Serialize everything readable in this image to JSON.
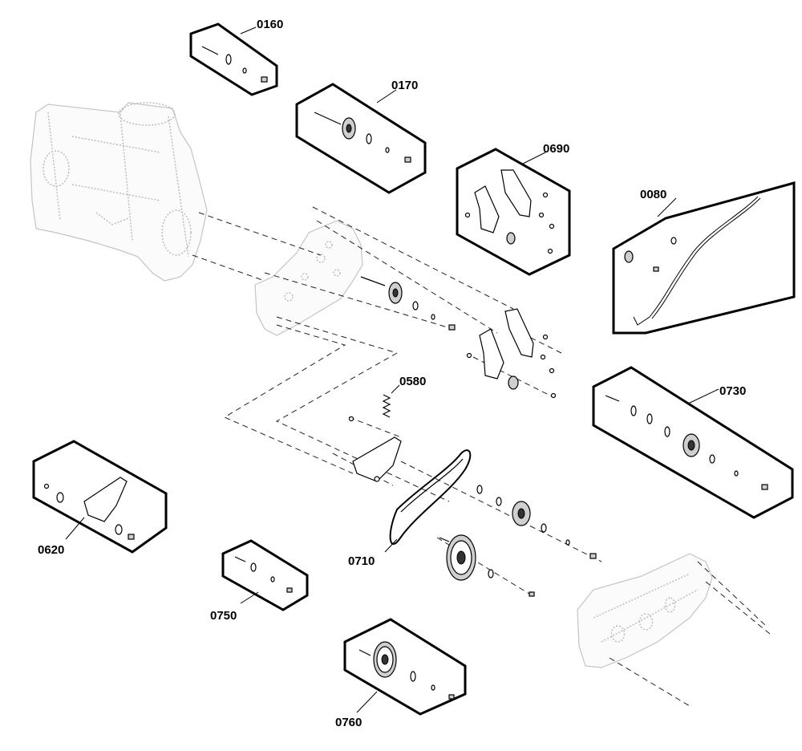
{
  "diagram": {
    "callouts": {
      "c0160": "0160",
      "c0170": "0170",
      "c0690": "0690",
      "c0080": "0080",
      "c0580": "0580",
      "c0730": "0730",
      "c0620": "0620",
      "c0710": "0710",
      "c0750": "0750",
      "c0760": "0760"
    }
  }
}
